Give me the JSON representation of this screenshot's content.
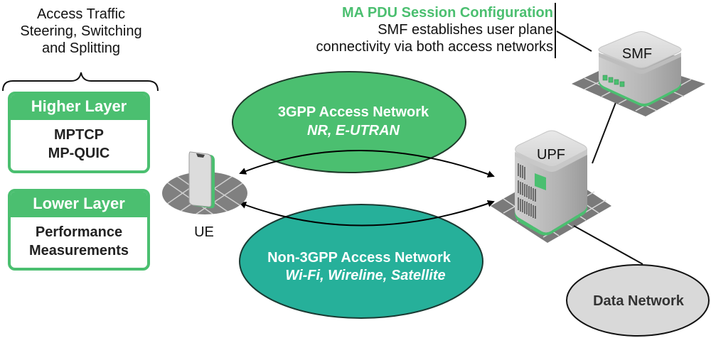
{
  "annotation": {
    "lines": [
      "Access Traffic",
      "Steering, Switching",
      "and Splitting"
    ]
  },
  "layers": [
    {
      "title": "Higher Layer",
      "items": [
        "MPTCP",
        "MP-QUIC"
      ]
    },
    {
      "title": "Lower Layer",
      "items": [
        "Performance",
        "Measurements"
      ]
    }
  ],
  "session_config": {
    "title": "MA PDU Session Configuration",
    "lines": [
      "SMF establishes user plane",
      "connectivity via both access networks"
    ]
  },
  "networks": {
    "gpp": {
      "title": "3GPP Access Network",
      "subtitle": "NR, E-UTRAN"
    },
    "non_gpp": {
      "title": "Non-3GPP Access Network",
      "subtitle": "Wi-Fi, Wireline, Satellite"
    },
    "data": {
      "title": "Data Network"
    }
  },
  "nodes": {
    "ue": "UE",
    "upf": "UPF",
    "smf": "SMF"
  },
  "colors": {
    "green": "#4bbf70",
    "teal": "#26b09a",
    "grey_tile": "#7a7a7a",
    "data_network": "#d9d9d9"
  }
}
